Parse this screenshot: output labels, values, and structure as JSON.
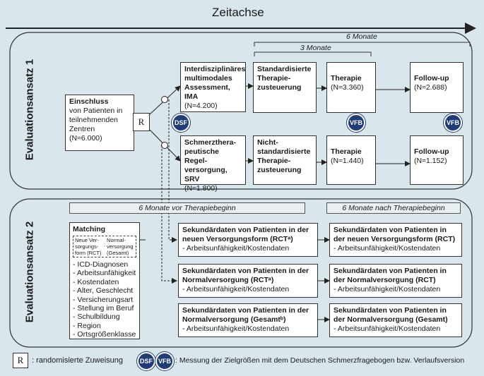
{
  "timeline": {
    "label": "Zeitachse"
  },
  "spans": {
    "six_months": "6 Monate",
    "three_months": "3 Monate"
  },
  "section1": {
    "label": "Evaluationsansatz 1"
  },
  "section2": {
    "label": "Evaluationsansatz 2"
  },
  "einschluss": {
    "title": "Einschluss",
    "text": "von Patienten in teilnehmenden Zentren",
    "n": "(N≈6.000)"
  },
  "randomization_symbol": "R",
  "ima": {
    "title": "Interdisziplinäres multimodales Assessment, IMA",
    "n": "(N≈4.200)"
  },
  "srv": {
    "title": "Schmerzthera-peutische Regel-versorgung, SRV",
    "n": "(N≈1.800)"
  },
  "std": {
    "title": "Standardisierte Therapie-zusteuerung"
  },
  "nonstd": {
    "title": "Nicht-standardisierte Therapie-zusteuerung"
  },
  "therapy1": {
    "title": "Therapie",
    "n": "(N≈3.360)"
  },
  "therapy2": {
    "title": "Therapie",
    "n": "(N≈1.440)"
  },
  "followup1": {
    "title": "Follow-up",
    "n": "(N≈2.688)"
  },
  "followup2": {
    "title": "Follow-up",
    "n": "(N≈1.152)"
  },
  "badges": {
    "dsf": "DSF",
    "vfb": "VFB"
  },
  "bars": {
    "before": "6 Monate vor Therapiebeginn",
    "after": "6 Monate nach Therapiebeginn"
  },
  "matching": {
    "title": "Matching",
    "left": "Neue Ver-sorgungs-form (RCT)",
    "sep": ":",
    "right": "Normal-versorgung (Gesamt)",
    "items": [
      "ICD-Diagnosen",
      "Arbeitsunfähigkeit",
      "Kostendaten",
      "Alter, Geschlecht",
      "Versicherungsart",
      "Stellung im Beruf",
      "Schulbildung",
      "Region",
      "Ortsgrößenklasse"
    ]
  },
  "secondary": [
    {
      "title": "Sekundärdaten von Patienten in der neuen Versorgungsform (RCTᵃ)",
      "sub": "-   Arbeitsunfähigkeit/Kostendaten"
    },
    {
      "title": "Sekundärdaten von Patienten in der Normalversorgung (RCTᵃ)",
      "sub": "-   Arbeitsunfähigkeit/Kostendaten"
    },
    {
      "title": "Sekundärdaten von Patienten in der Normalversorgung (Gesamtᵇ)",
      "sub": "-   Arbeitsunfähigkeit/Kostendaten"
    },
    {
      "title": "Sekundärdaten von Patienten in der neuen Versorgungsform (RCT)",
      "sub": "-   Arbeitsunfähigkeit/Kostendaten"
    },
    {
      "title": "Sekundärdaten von Patienten in der Normalversorgung (RCT)",
      "sub": "-   Arbeitsunfähigkeit/Kostendaten"
    },
    {
      "title": "Sekundärdaten von Patienten in der Normalversorgung (Gesamt)",
      "sub": "-   Arbeitsunfähigkeit/Kostendaten"
    }
  ],
  "legend": {
    "r_symbol": "R",
    "r_text": ": randomisierte Zuweisung",
    "badge_text": ": Messung der Zielgrößen mit dem Deutschen Schmerzfragebogen bzw. Verlaufsversion"
  },
  "colors": {
    "badge": "#1f3b78",
    "background": "#d9e6ec"
  }
}
